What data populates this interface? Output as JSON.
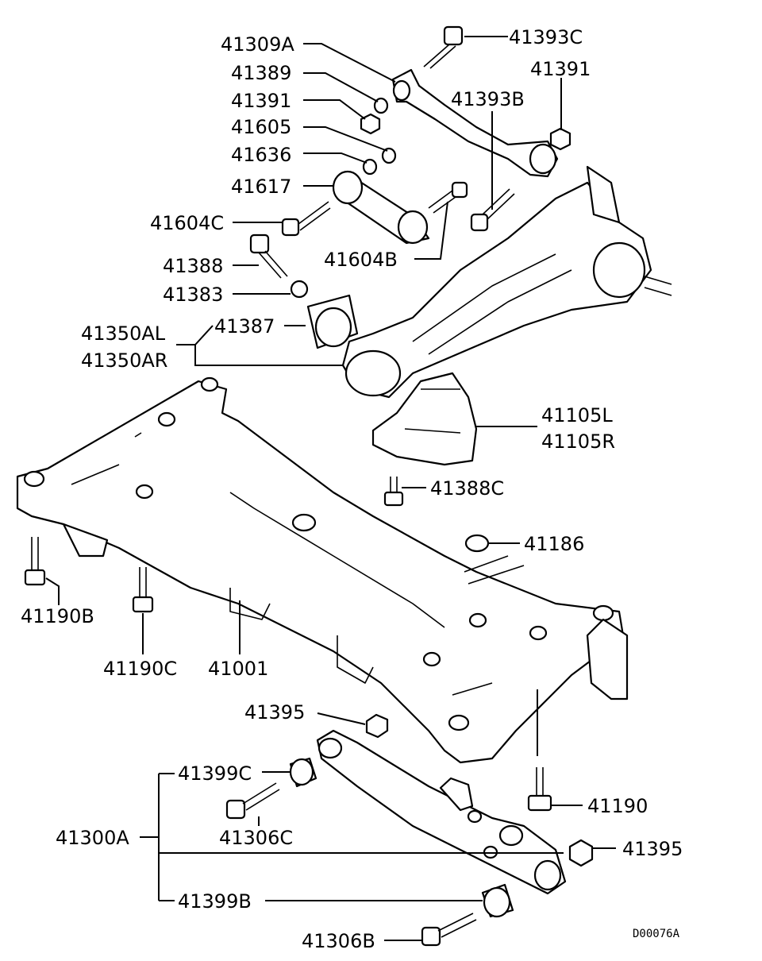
{
  "diagram_code": "D00076A",
  "callouts": {
    "p41309A": "41309A",
    "p41393C": "41393C",
    "p41389": "41389",
    "p41391_top": "41391",
    "p41391": "41391",
    "p41393B": "41393B",
    "p41605": "41605",
    "p41636": "41636",
    "p41617": "41617",
    "p41604C": "41604C",
    "p41604B": "41604B",
    "p41388": "41388",
    "p41383": "41383",
    "p41350AL": "41350AL",
    "p41387": "41387",
    "p41350AR": "41350AR",
    "p41105L": "41105L",
    "p41105R": "41105R",
    "p41388C": "41388C",
    "p41186": "41186",
    "p41190B": "41190B",
    "p41190C": "41190C",
    "p41001": "41001",
    "p41395_mid": "41395",
    "p41399C": "41399C",
    "p41190": "41190",
    "p41306C": "41306C",
    "p41300A": "41300A",
    "p41395_right": "41395",
    "p41399B": "41399B",
    "p41306B": "41306B"
  }
}
